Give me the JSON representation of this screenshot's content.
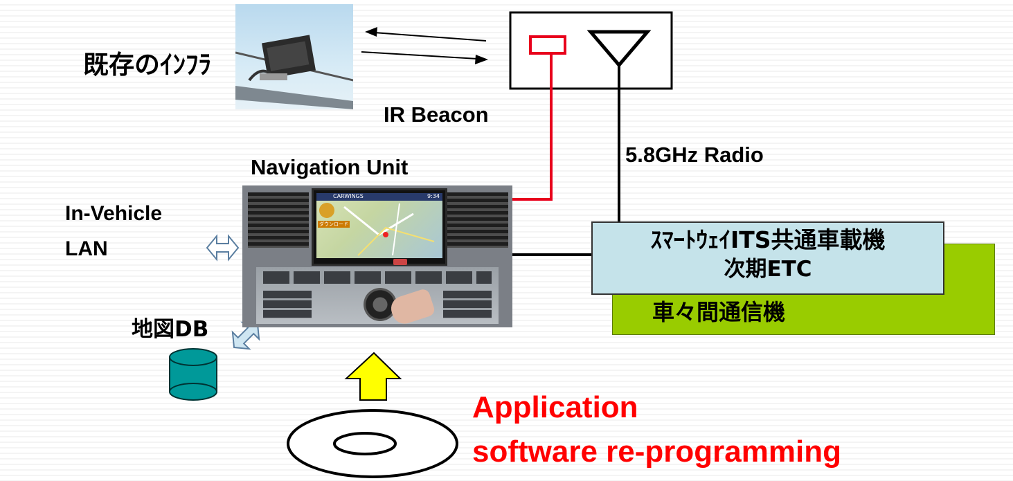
{
  "labels": {
    "infra": "既存のｲﾝﾌﾗ",
    "ir_beacon": "IR Beacon",
    "radio": "5.8GHz Radio",
    "nav_unit": "Navigation Unit",
    "in_vehicle_lan_1": "In-Vehicle",
    "in_vehicle_lan_2": "LAN",
    "map_db": "地図DB",
    "smartway_1": "ｽﾏｰﾄｳｪｲITS共通車載機",
    "smartway_2": "次期ETC",
    "v2v": "車々間通信機",
    "app_1": "Application",
    "app_2": "software re-programming"
  },
  "nav_screen": {
    "brand": "CARWINGS",
    "time": "9:34",
    "download_tag": "ダウンロード"
  },
  "colors": {
    "ir_line": "#e8001c",
    "radio_line": "#000000",
    "smartway_box": "#c5e3ea",
    "v2v_box": "#99cc00",
    "app_text": "#ff0000",
    "arrow_yellow": "#ffff00",
    "db_cylinder": "#009999",
    "double_arrow": "#cfe6f2"
  }
}
